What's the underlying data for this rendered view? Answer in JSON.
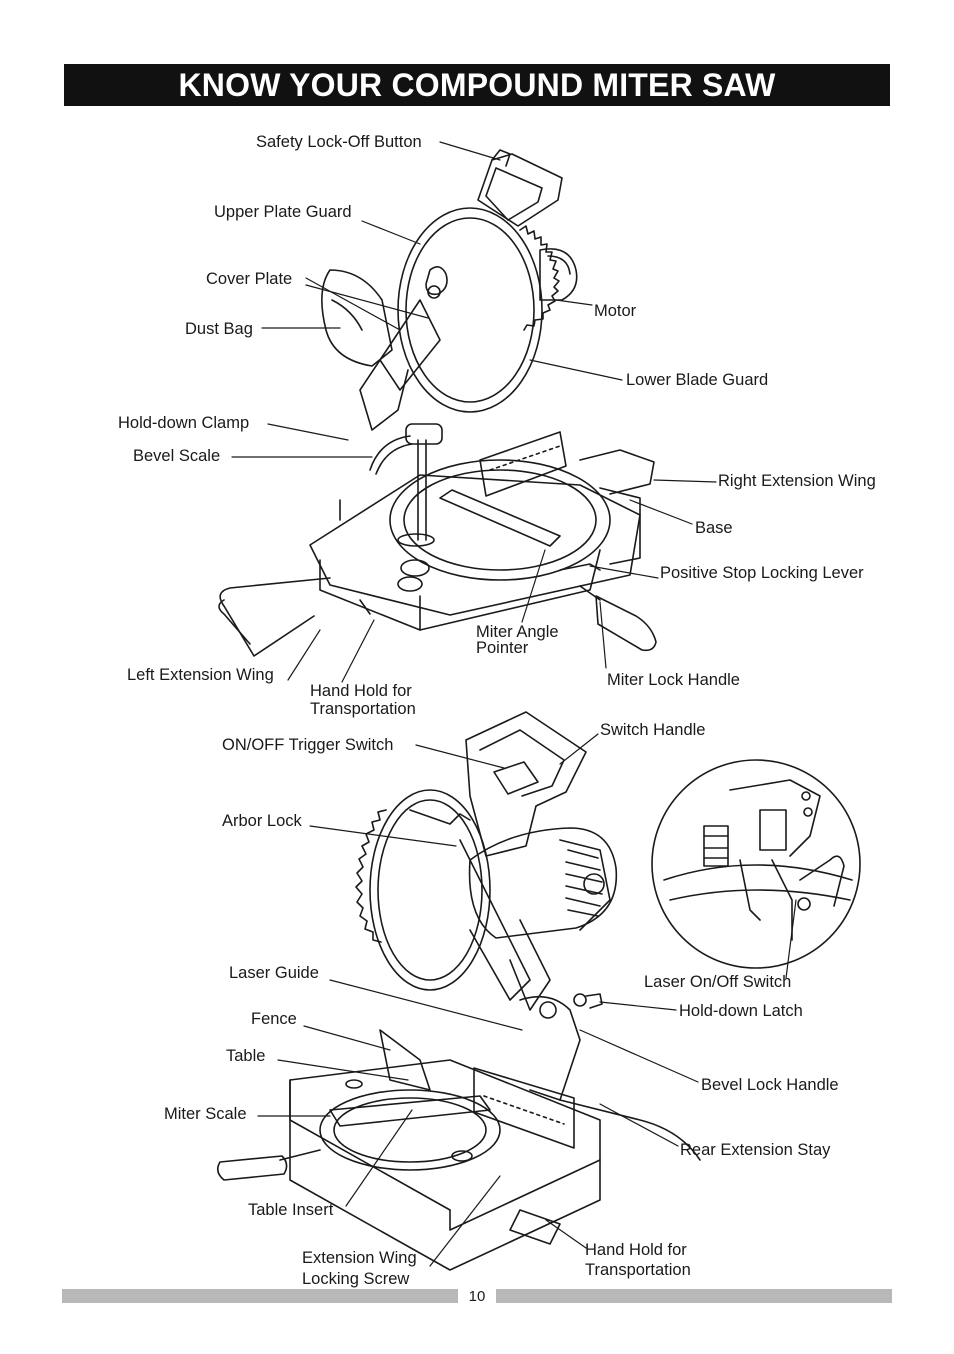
{
  "page": {
    "title": "KNOW YOUR COMPOUND MITER SAW",
    "page_number": "10"
  },
  "upper_labels": {
    "safety_lock_off_button": "Safety Lock-Off Button",
    "upper_plate_guard": "Upper Plate Guard",
    "cover_plate": "Cover Plate",
    "dust_bag": "Dust Bag",
    "motor": "Motor",
    "lower_blade_guard": "Lower Blade Guard",
    "hold_down_clamp": "Hold-down Clamp",
    "bevel_scale": "Bevel Scale",
    "right_extension_wing": "Right Extension Wing",
    "base": "Base",
    "positive_stop_locking_lever": "Positive Stop Locking Lever",
    "miter_angle_pointer_1": "Miter Angle",
    "miter_angle_pointer_2": "Pointer",
    "miter_lock_handle": "Miter Lock Handle",
    "left_extension_wing": "Left Extension Wing",
    "hand_hold_1": "Hand Hold for",
    "hand_hold_2": "Transportation"
  },
  "lower_labels": {
    "on_off_trigger_switch": "ON/OFF Trigger Switch",
    "switch_handle": "Switch Handle",
    "arbor_lock": "Arbor Lock",
    "laser_guide": "Laser Guide",
    "laser_on_off_switch": "Laser On/Off Switch",
    "hold_down_latch": "Hold-down Latch",
    "fence": "Fence",
    "table": "Table",
    "bevel_lock_handle": "Bevel Lock Handle",
    "miter_scale": "Miter Scale",
    "rear_extension_stay": "Rear Extension Stay",
    "table_insert": "Table Insert",
    "extension_wing_locking_screw_1": "Extension Wing",
    "extension_wing_locking_screw_2": "Locking Screw",
    "hand_hold_1": "Hand Hold for",
    "hand_hold_2": "Transportation"
  }
}
